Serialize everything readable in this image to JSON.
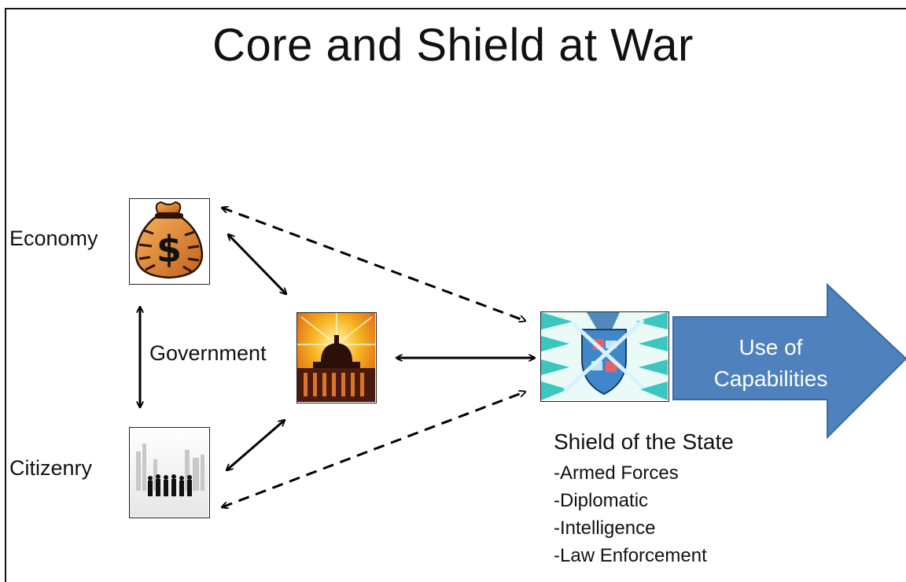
{
  "title": "Core and Shield at War",
  "nodes": {
    "economy": "Economy",
    "government": "Government",
    "citizenry": "Citizenry"
  },
  "arrow_label": {
    "line1": "Use of",
    "line2": "Capabilities"
  },
  "shield": {
    "heading": "Shield of the State",
    "items": [
      "-Armed Forces",
      "-Diplomatic",
      "-Intelligence",
      "-Law Enforcement"
    ]
  },
  "icons": {
    "economy": "money-bag-icon",
    "government": "capitol-icon",
    "citizenry": "people-silhouettes-icon",
    "shield": "shield-crest-icon"
  },
  "colors": {
    "arrow_fill": "#4f81bd",
    "arrow_stroke": "#3a6a9f"
  }
}
